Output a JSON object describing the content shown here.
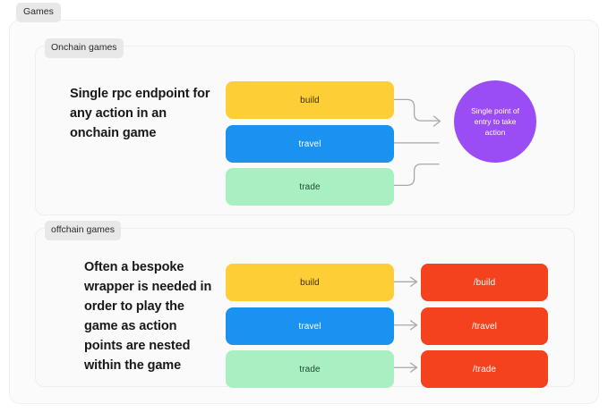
{
  "page": {
    "tag_label": "Games",
    "background": "#ffffff",
    "card_background": "#fbfbfb",
    "card_border": "#efefef"
  },
  "colors": {
    "build": "#fdce35",
    "travel": "#1a92f0",
    "trade": "#a8efc2",
    "endpoint_red": "#f4411e",
    "hub_purple": "#9b4df5",
    "connector_gray": "#a8a8a8",
    "tag_background": "#e8e8e8",
    "text_dark": "#181818",
    "text_white": "#ffffff"
  },
  "sections": [
    {
      "id": "onchain",
      "tag_label": "Onchain games",
      "blurb": "Single rpc endpoint for any action in an onchain game",
      "actions": [
        {
          "label": "build",
          "color": "#fdce35",
          "text_color": "#3c3000"
        },
        {
          "label": "travel",
          "color": "#1a92f0",
          "text_color": "#ffffff"
        },
        {
          "label": "trade",
          "color": "#a8efc2",
          "text_color": "#1e4a33"
        }
      ],
      "hub": {
        "label": "Single point of entry to take action",
        "color": "#9b4df5"
      }
    },
    {
      "id": "offchain",
      "tag_label": "offchain games",
      "blurb": "Often a bespoke wrapper is needed in order to play the game as action points are nested within the game",
      "actions": [
        {
          "label": "build",
          "color": "#fdce35",
          "text_color": "#3c3000"
        },
        {
          "label": "travel",
          "color": "#1a92f0",
          "text_color": "#ffffff"
        },
        {
          "label": "trade",
          "color": "#a8efc2",
          "text_color": "#1e4a33"
        }
      ],
      "endpoints": [
        {
          "label": "/build",
          "color": "#f4411e"
        },
        {
          "label": "/travel",
          "color": "#f4411e"
        },
        {
          "label": "/trade",
          "color": "#f4411e"
        }
      ]
    }
  ]
}
